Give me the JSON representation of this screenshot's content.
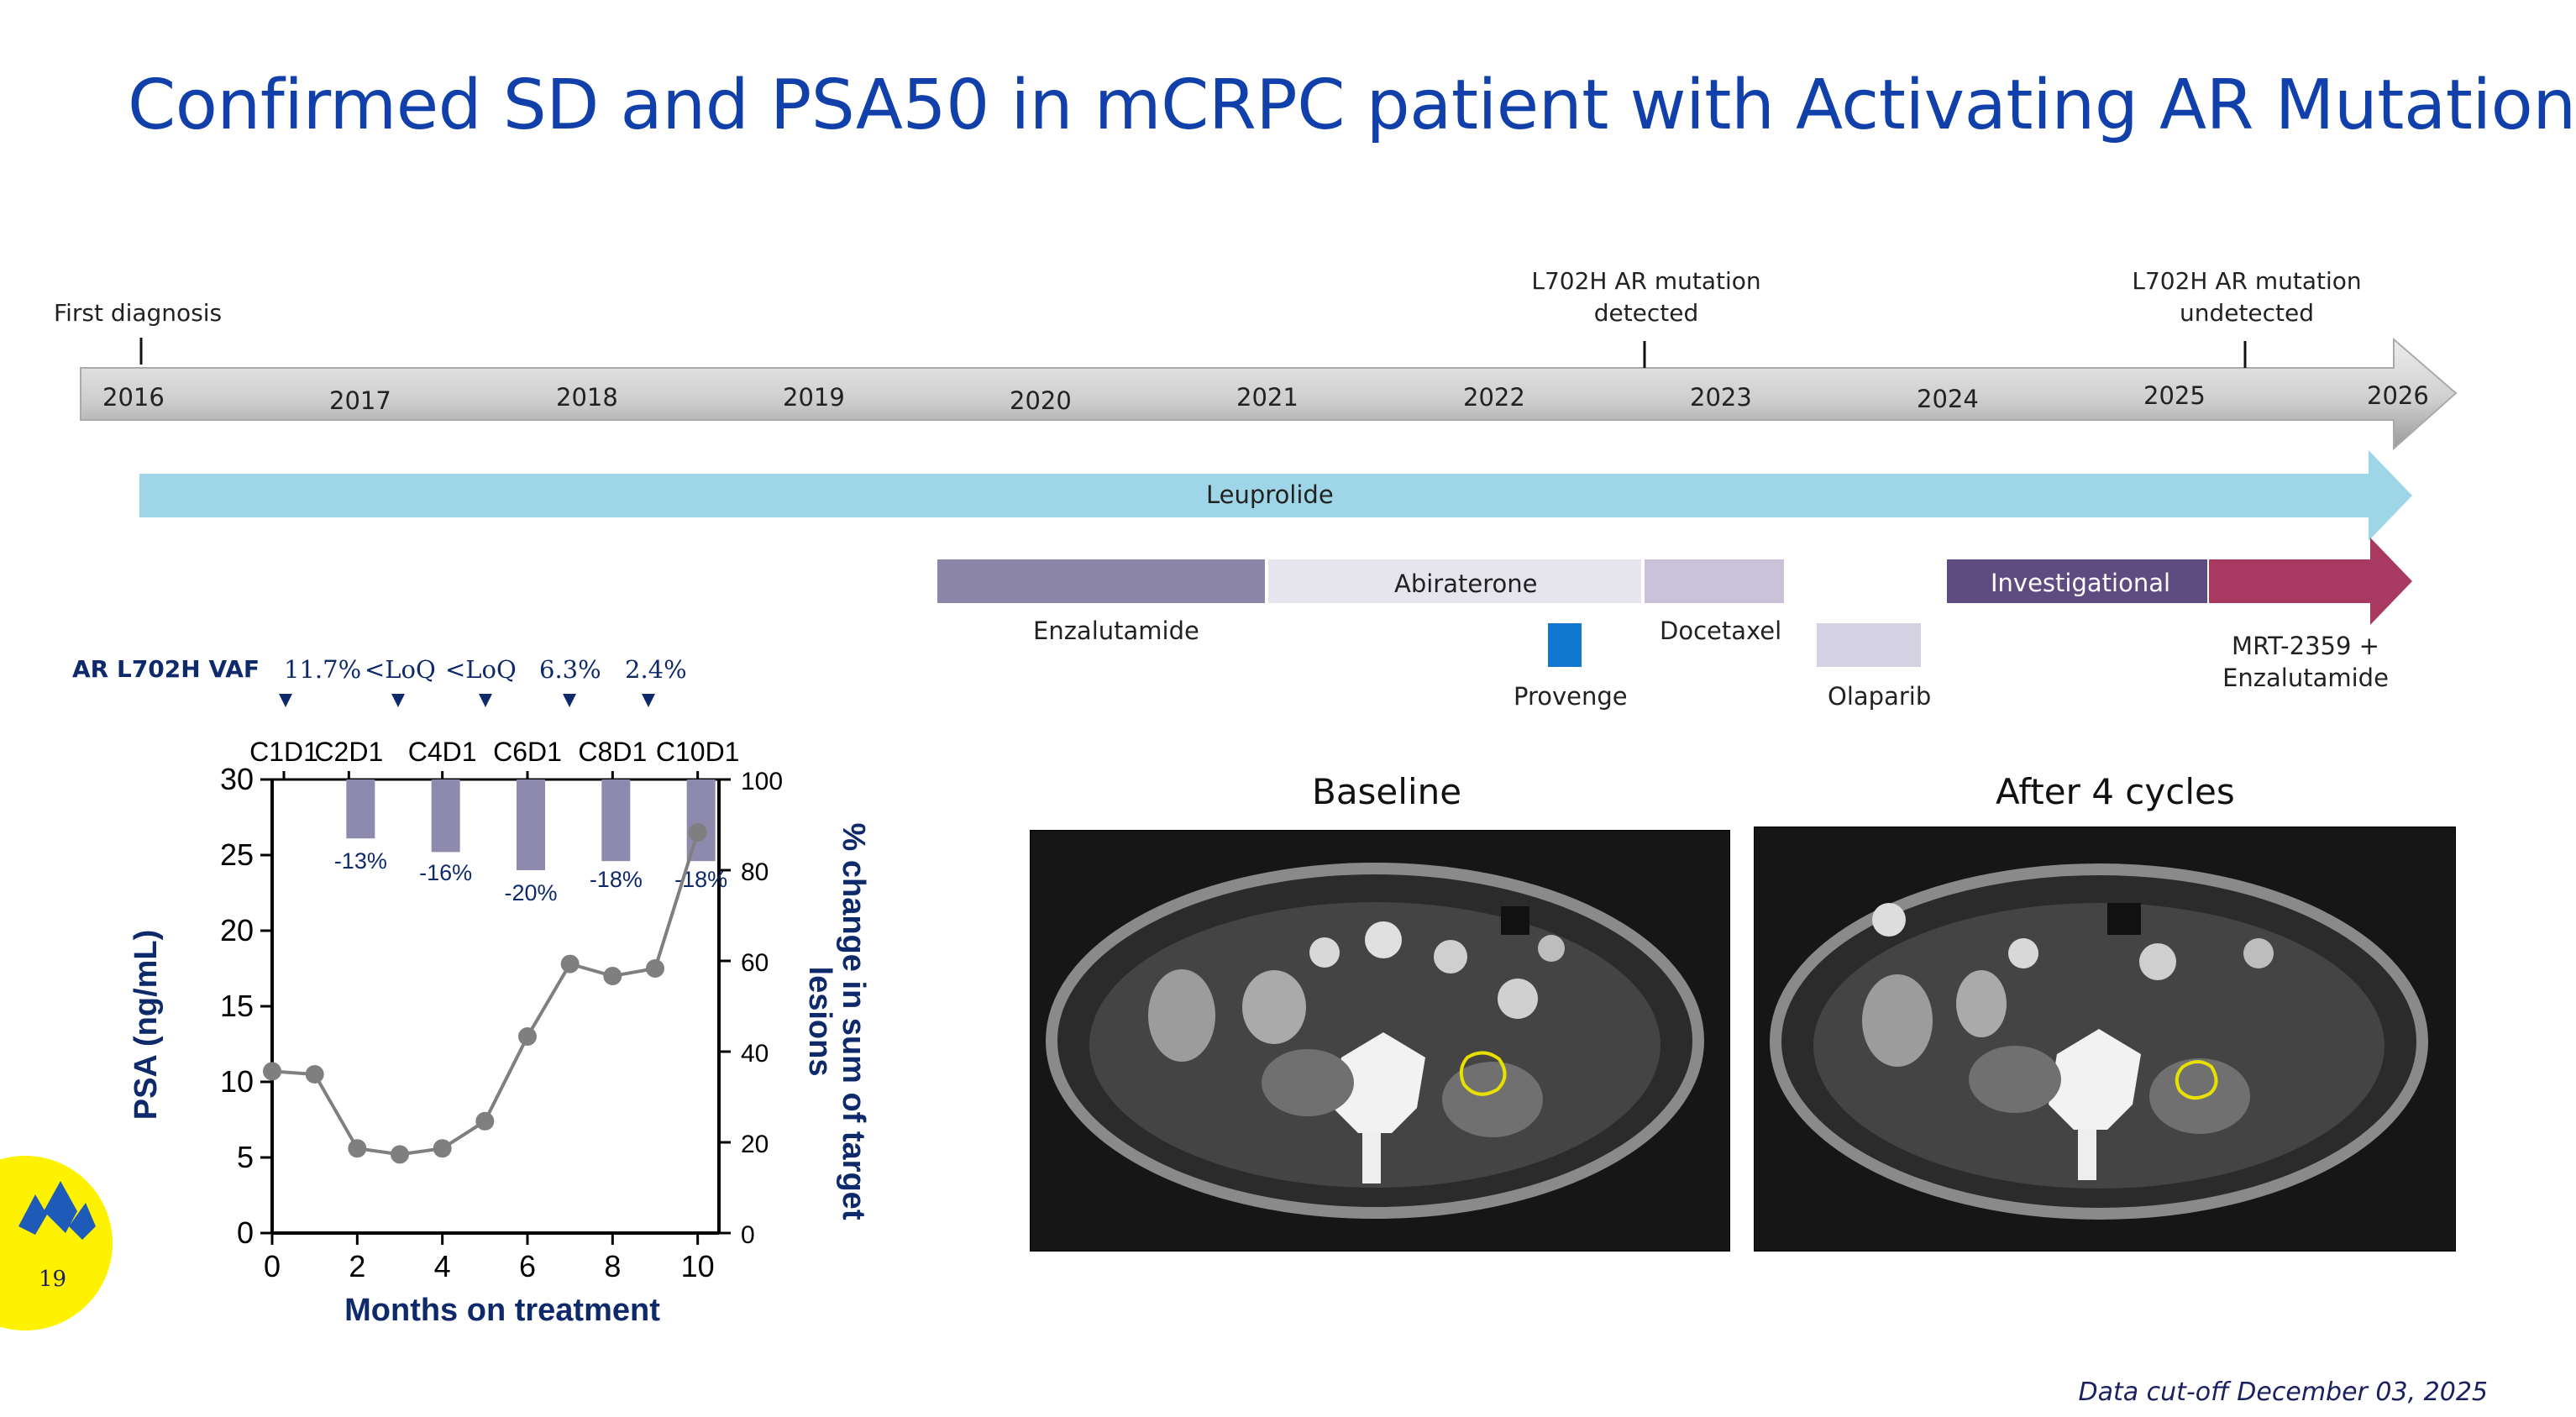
{
  "title": "Confirmed SD and PSA50 in mCRPC patient with Activating AR Mutation",
  "timeline": {
    "years": [
      "2016",
      "2017",
      "2018",
      "2019",
      "2020",
      "2021",
      "2022",
      "2023",
      "2024",
      "2025",
      "2026"
    ],
    "events": [
      {
        "label": "First diagnosis"
      },
      {
        "label_line1": "L702H AR mutation",
        "label_line2": "detected"
      },
      {
        "label_line1": "L702H AR mutation",
        "label_line2": "undetected"
      }
    ],
    "therapies": {
      "leuprolide": "Leuprolide",
      "enzalutamide": "Enzalutamide",
      "abiraterone": "Abiraterone",
      "docetaxel": "Docetaxel",
      "provenge": "Provenge",
      "olaparib": "Olaparib",
      "investigational": "Investigational",
      "mrt_line1": "MRT-2359 +",
      "mrt_line2": "Enzalutamide"
    },
    "colors": {
      "leuprolide": "#9ED6E8",
      "enzalutamide": "#8C87A8",
      "abiraterone": "#E6E4EC",
      "docetaxel": "#C9C2D8",
      "provenge": "#1078D0",
      "olaparib": "#D4D2E2",
      "investigational": "#5E4C80",
      "mrt": "#A83A62"
    }
  },
  "vaf": {
    "label": "AR L702H VAF",
    "values": [
      "11.7%",
      "<LoQ",
      "<LoQ",
      "6.3%",
      "2.4%"
    ]
  },
  "chart_data": {
    "type": "line",
    "x": [
      0,
      1,
      2,
      3,
      4,
      5,
      6,
      7,
      8,
      9,
      10
    ],
    "series": [
      {
        "values": [
          10.7,
          10.5,
          5.6,
          5.2,
          5.6,
          7.4,
          13.0,
          17.8,
          17.0,
          17.5,
          26.5
        ]
      }
    ],
    "cycle_labels": [
      "C1D1",
      "C2D1",
      "C4D1",
      "C6D1",
      "C8D1",
      "C10D1"
    ],
    "target_lesion_change": {
      "x": [
        2,
        4,
        6,
        8,
        10
      ],
      "labels": [
        "-13%",
        "-16%",
        "-20%",
        "-18%",
        "-18%"
      ],
      "values": [
        -13,
        -16,
        -20,
        -18,
        -18
      ]
    },
    "xlabel": "Months on treatment",
    "ylabel": "PSA (ng/mL)",
    "y2label_line1": "% change in sum of target",
    "y2label_line2": "lesions",
    "xlim": [
      0,
      10.5
    ],
    "ylim": [
      0,
      30
    ],
    "y2lim": [
      0,
      100
    ],
    "x_ticks": [
      "0",
      "2",
      "4",
      "6",
      "8",
      "10"
    ],
    "y_ticks": [
      "0",
      "5",
      "10",
      "15",
      "20",
      "25",
      "30"
    ],
    "y2_ticks": [
      "0",
      "20",
      "40",
      "60",
      "80",
      "100"
    ],
    "line_color": "#7F7F7F",
    "bar_color": "#8E8AAE",
    "label_color": "#0E2A6B"
  },
  "scans": {
    "baseline": "Baseline",
    "after": "After 4 cycles"
  },
  "page_number": "19",
  "footer": "Data cut-off December 03, 2025"
}
